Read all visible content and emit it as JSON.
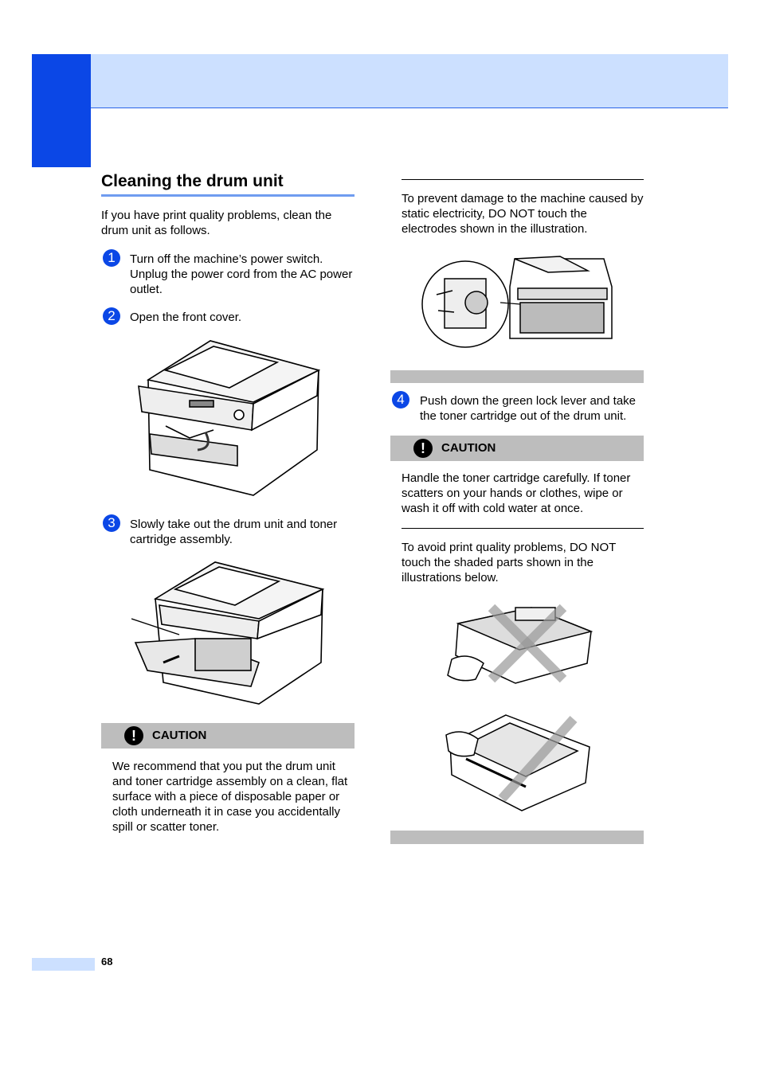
{
  "header": {
    "accent_color": "#0b47e6",
    "band_color": "#cce0ff"
  },
  "section": {
    "title": "Cleaning the drum unit",
    "intro": "If you have print quality problems, clean the drum unit as follows."
  },
  "steps": [
    {
      "num": "1",
      "text": "Turn off the machine’s power switch. Unplug the power cord from the AC power outlet."
    },
    {
      "num": "2",
      "text": "Open the front cover."
    },
    {
      "num": "3",
      "text": "Slowly take out the drum unit and toner cartridge assembly."
    },
    {
      "num": "4",
      "text": "Push down the green lock lever and take the toner cartridge out of the drum unit."
    }
  ],
  "caution_left": {
    "label": "CAUTION",
    "text": "We recommend that you put the drum unit and toner cartridge assembly on a clean, flat surface with a piece of disposable paper or cloth underneath it in case you accidentally spill or scatter toner."
  },
  "note_static": "To prevent damage to the machine caused by static electricity, DO NOT touch the electrodes shown in the illustration.",
  "caution_right": {
    "label": "CAUTION",
    "text": "Handle the toner cartridge carefully. If toner scatters on your hands or clothes, wipe or wash it off with cold water at once."
  },
  "note_quality": "To avoid print quality problems, DO NOT touch the shaded parts shown in the illustrations below.",
  "footer": {
    "page_number": "68"
  }
}
